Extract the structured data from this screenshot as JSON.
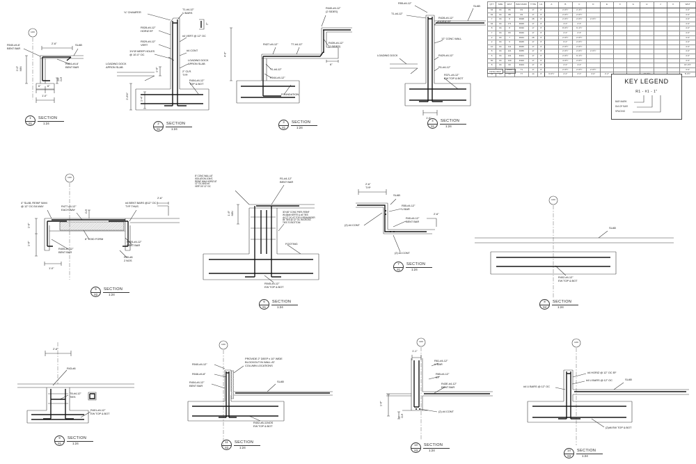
{
  "labels": {
    "grid": "GRID",
    "section": "SECTION",
    "scale": "1:24"
  },
  "key_legend": {
    "title": "KEY LEGEND",
    "sample": "R1 - #1 - 1\"",
    "bar_mark": "BAR MARK",
    "dia": "DIA OF BAR",
    "spacing": "SPACING"
  },
  "schedule": {
    "footer": "TOTAL WGT",
    "rows": [
      [
        "QTY",
        "SIZE",
        "WGT",
        "BAR MARK",
        "TYPE",
        "LG",
        "A",
        "B",
        "C",
        "D",
        "E",
        "F",
        "G",
        "H",
        "J",
        "K",
        "WGT"
      ],
      [
        "64",
        "#4",
        "86",
        "R1",
        "17",
        "8",
        "",
        "2'-6½\"",
        "2'-4½\"",
        "",
        "",
        "",
        "",
        "",
        "",
        "",
        "4'-0\""
      ],
      [
        "62",
        "#4",
        "88",
        "R2",
        "17",
        "8",
        "",
        "2'-6½\"",
        "2'-6½\"",
        "",
        "",
        "",
        "",
        "",
        "",
        "",
        "4'-0\""
      ],
      [
        "7",
        "#4",
        "8",
        "R028",
        "28",
        "8",
        "",
        "2'-6½\"",
        "2'-6½\"",
        "2'-6½\"",
        "",
        "",
        "",
        "",
        "",
        "",
        "4'-0\""
      ],
      [
        "64",
        "#4",
        "171",
        "R029",
        "17",
        "8",
        "",
        "4'-0\"",
        "2'-6\"",
        "",
        "",
        "",
        "",
        "",
        "",
        "",
        "4'-0\""
      ],
      [
        "8",
        "#4",
        "8",
        "R030",
        "17",
        "8",
        "",
        "8'-6½\"",
        "6'-1½\"",
        "",
        "",
        "",
        "",
        "",
        "",
        "",
        "4'-0\""
      ],
      [
        "7",
        "#4",
        "83",
        "R040",
        "17",
        "8",
        "",
        "2'-0\"",
        "2'-6\"",
        "",
        "",
        "",
        "",
        "",
        "",
        "",
        "4'-0\""
      ],
      [
        "2",
        "#4",
        "7",
        "R044",
        "28",
        "8",
        "",
        "2'-6½\"",
        "2'-6½\"",
        "",
        "",
        "",
        "",
        "",
        "",
        "",
        "4'-0\""
      ],
      [
        "2",
        "#4",
        "6",
        "R045",
        "17",
        "8",
        "",
        "6'-0\"",
        "2'-6½\"",
        "",
        "",
        "",
        "",
        "",
        "",
        "",
        "4'-0\""
      ],
      [
        "10",
        "#4",
        "111",
        "R046",
        "17",
        "8",
        "",
        "2'-6½\"",
        "2'-6½\"",
        "",
        "",
        "",
        "",
        "",
        "",
        "",
        "4'-0\""
      ],
      [
        "8",
        "#4",
        "121",
        "R055",
        "17",
        "8",
        "",
        "2'-6½\"",
        "2'-6½\"",
        "2'-6½\"",
        "",
        "",
        "",
        "",
        "",
        "",
        "4'-0\""
      ],
      [
        "6",
        "#4",
        "131",
        "R401",
        "17",
        "8",
        "",
        "2'-6½\"",
        "6'-1½\"",
        "",
        "",
        "",
        "",
        "",
        "",
        "",
        "4'-0\""
      ],
      [
        "50",
        "#4",
        "140",
        "R402",
        "17",
        "8",
        "",
        "4'-6½\"",
        "2'-6½\"",
        "",
        "",
        "",
        "",
        "",
        "",
        "",
        "4'-0\""
      ],
      [
        "8",
        "#4",
        "60",
        "R404",
        "17",
        "8",
        "",
        "2'-0\"",
        "4'-0\"",
        "",
        "",
        "",
        "",
        "",
        "",
        "",
        "16'-0½\""
      ],
      [
        "72",
        "#4",
        "1366",
        "T1",
        "17",
        "8",
        "",
        "2'-6½\"",
        "2'-6½\"",
        "2'-6½\"",
        "",
        "",
        "",
        "",
        "",
        "",
        "4'-0\""
      ],
      [
        "64",
        "#4",
        "68",
        "T7",
        "14",
        "8",
        "6'-0½\"",
        "2'-0\"",
        "2'-0\"",
        "3'-0\"",
        "2'-2\"",
        "",
        "",
        "10'-6½\"",
        "",
        "",
        "8'-0½\""
      ]
    ]
  },
  "sections": {
    "s1": {
      "num": "1",
      "sheet": "S1",
      "labels": [
        "2'-6\"",
        "SLAB",
        "R040-#4-6'\nBENT BAR",
        "R404-#4-6'\nBENT BAR",
        "2'-0\"\nMIN",
        "6\"",
        "6\"",
        "1'-0\"",
        "2½\"\nCLR"
      ]
    },
    "s2": {
      "num": "2",
      "sheet": "S1",
      "labels": [
        "¾\" CHAMFER",
        "T1-#4-12\"\nU BARS",
        "R028-#4-12\"\nHORIZ EF",
        "R029-#4-12\"\nVERT",
        "#4 VERT @ 12\" OC",
        "1½\"Ø WEEP HOLES\n@ 10'-0\" OC",
        "LOADING DOCK\nAPRON SLAB",
        "#4 CONT",
        "LOADING DOCK\nAPRON SLAB",
        "2\" CLR.\nTYP.",
        "R404-#4-12\"\nTOP & BOT",
        "2'-6½\"",
        "1'-4\"",
        "1'-0\"",
        "2\""
      ]
    },
    "s3": {
      "num": "3",
      "sheet": "S1",
      "labels": [
        "R440-#4-12\"\n(2 SIDES)",
        "R439-#4-12\"\n(2 SIDES)",
        "R427-#4-12\"",
        "T7-#4-12\"",
        "T1-#4-12\"",
        "R044-#4-12\"",
        "FOUNDATION",
        "4'-0\"",
        "6\""
      ]
    },
    "s4": {
      "num": "4",
      "sheet": "S1",
      "labels": [
        "R55-#4-12\"",
        "SLAB",
        "T1-#4-12\"",
        "R428-#4-12\"\nHORIZ EF",
        "12\" CONC WALL",
        "LOADING DOCK",
        "R429-#4-12\"",
        "R1-#4-12\"",
        "R37L-#4-12\"\nEW TOP & BOT",
        "1'-0\""
      ]
    },
    "s5": {
      "num": "5",
      "sheet": "S2",
      "labels": [
        "4\" SLAB, REINF W/#4\n@ 12\" OC EA WAY",
        "R477-#4-12\"\nEACH WAY",
        "CLR",
        "#4 BENT BARS @12\" OC\nTYP THUS",
        "2'-6\"",
        "8\" VOID FORM",
        "R405-#4-12\"\nBENT BAR",
        "R405-#4-12\"\nBENT BAR",
        "R30-#6\n2 NOS",
        "1'-0\"",
        "1'-6\"",
        "1'-0\""
      ]
    },
    "s6": {
      "num": "6",
      "sheet": "S1",
      "labels": [
        "8\" CONC WALL AT\nISOLATION JOINT,\nREINF W/#4 HORIZ AT\n12\" OC AND #4\nVERT AT 12\" OC",
        "R1-#4-12\"\nBENT BAR",
        "1'-6\"\nMIN",
        "30\"x30\" CONC PIER, REINF\nW/ (8)#6 VERTS & #4 TIES\n@ 12\" OC AT TOP & REMAINDER\n#4 TIES @ 12\" OC W/CROSS\nTIES TO BOTTOM",
        "FOOTING",
        "R045-#4-12\"\nEW TOP & BOT"
      ]
    },
    "s7": {
      "num": "7",
      "sheet": "S1",
      "labels": [
        "2'-6\"\nTYP",
        "SLAB",
        "R55-#4-12\"\nU BAR",
        "R40-#4-12\"\nBENT BAR",
        "2'-6\"",
        "(2) #4 CONT",
        "(2) #4 CONT"
      ]
    },
    "s8": {
      "num": "8",
      "sheet": "S4",
      "labels": [
        "SLAB",
        "R402-#4-12\"\nEW TOP & BOT"
      ]
    },
    "s9": {
      "num": "9",
      "sheet": "S1",
      "labels": [
        "2'-6\"",
        "R43-#6",
        "T8-#4-12\"\nTIES",
        "R401-#4-12\"\nEW TOP & BOT"
      ]
    },
    "s11": {
      "num": "11",
      "sheet": "S2",
      "labels": [
        "R040-#4-12\"",
        "R046-#4-8\"",
        "R404-#4-12\"\nBENT BAR",
        "PROVIDE 2\" DEEP x 10\" WIDE\nBLOCKOUT IN WALL AT\nCOLUMN LOCATIONS",
        "SLAB",
        "R402-#6-11NOS\nEW TOP & BOT"
      ]
    },
    "s13": {
      "num": "13",
      "sheet": "S3",
      "labels": [
        "1'-1\"",
        "R61-#4-12\"\nU BAR",
        "R65-#4-12\"\nEF",
        "R43E-#4-12\"\nBENT BAR",
        "(2) #4 CONT",
        "1'-6\"",
        "3\"\nCLR"
      ]
    },
    "s14": {
      "num": "14",
      "sheet": "S3",
      "labels": [
        "#4 HORIZ @ 12\" OC EF",
        "#4 U BARS @ 12\" OC",
        "#4 U BARS @ 12\" OC",
        "SLAB",
        "(2)#6 EW TOP & BOT"
      ]
    }
  }
}
